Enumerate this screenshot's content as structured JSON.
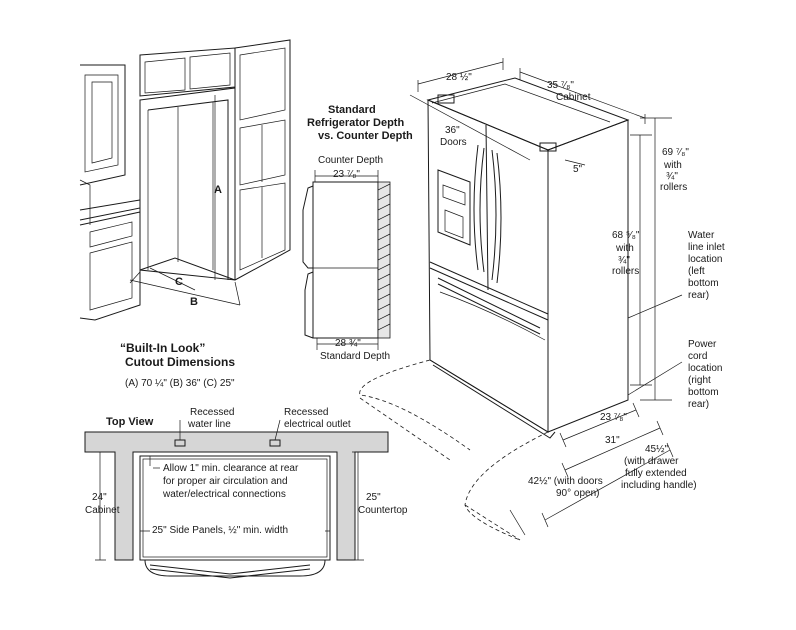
{
  "builtin": {
    "title_line1": "“Built-In Look”",
    "title_line2": "Cutout Dimensions",
    "label_a": "A",
    "label_b": "B",
    "label_c": "C",
    "dims": "(A) 70 ¼\"   (B) 36\"   (C) 25\""
  },
  "depth": {
    "title_line1": "Standard",
    "title_line2": "Refrigerator Depth",
    "title_line3": "vs. Counter Depth",
    "counter_label": "Counter Depth",
    "counter_value": "23 ⁷⁄₈\"",
    "standard_value": "28 ¾\"",
    "standard_label": "Standard Depth"
  },
  "fridge": {
    "width_top": "28 ½\"",
    "cabinet_depth": "35 ⁷⁄₈\"",
    "cabinet_word": "Cabinet",
    "doors_value": "36\"",
    "doors_word": "Doors",
    "hinge_value": "5\"",
    "height_rollers_1": "69 ⁷⁄₈\"",
    "height_rollers_1_with": "with",
    "height_rollers_1_frac": "¾\"",
    "height_rollers_1_word": "rollers",
    "height_rollers_2": "68 ⁵⁄₈\"",
    "height_rollers_2_with": "with",
    "height_rollers_2_frac": "¾\"",
    "height_rollers_2_word": "rollers",
    "water_line": [
      "Water",
      "line inlet",
      "location",
      "(left",
      "bottom",
      "rear)"
    ],
    "power_cord": [
      "Power",
      "cord",
      "location",
      "(right",
      "bottom",
      "rear)"
    ],
    "depth_base": "23 ⁷⁄₈\"",
    "depth_31": "31\"",
    "depth_doors_open": [
      "42½\" (with doors",
      "90° open)"
    ],
    "depth_drawer": [
      "45½\"",
      "(with drawer",
      "fully extended",
      "including handle)"
    ]
  },
  "topview": {
    "title": "Top View",
    "recessed_water_1": "Recessed",
    "recessed_water_2": "water line",
    "recessed_outlet_1": "Recessed",
    "recessed_outlet_2": "electrical outlet",
    "clearance": [
      "Allow 1\" min. clearance at rear",
      "for proper air circulation and",
      "water/electrical connections"
    ],
    "cabinet_value": "24\"",
    "cabinet_word": "Cabinet",
    "countertop_value": "25\"",
    "countertop_word": "Countertop",
    "side_panels": "25\" Side Panels, ½\" min. width"
  }
}
